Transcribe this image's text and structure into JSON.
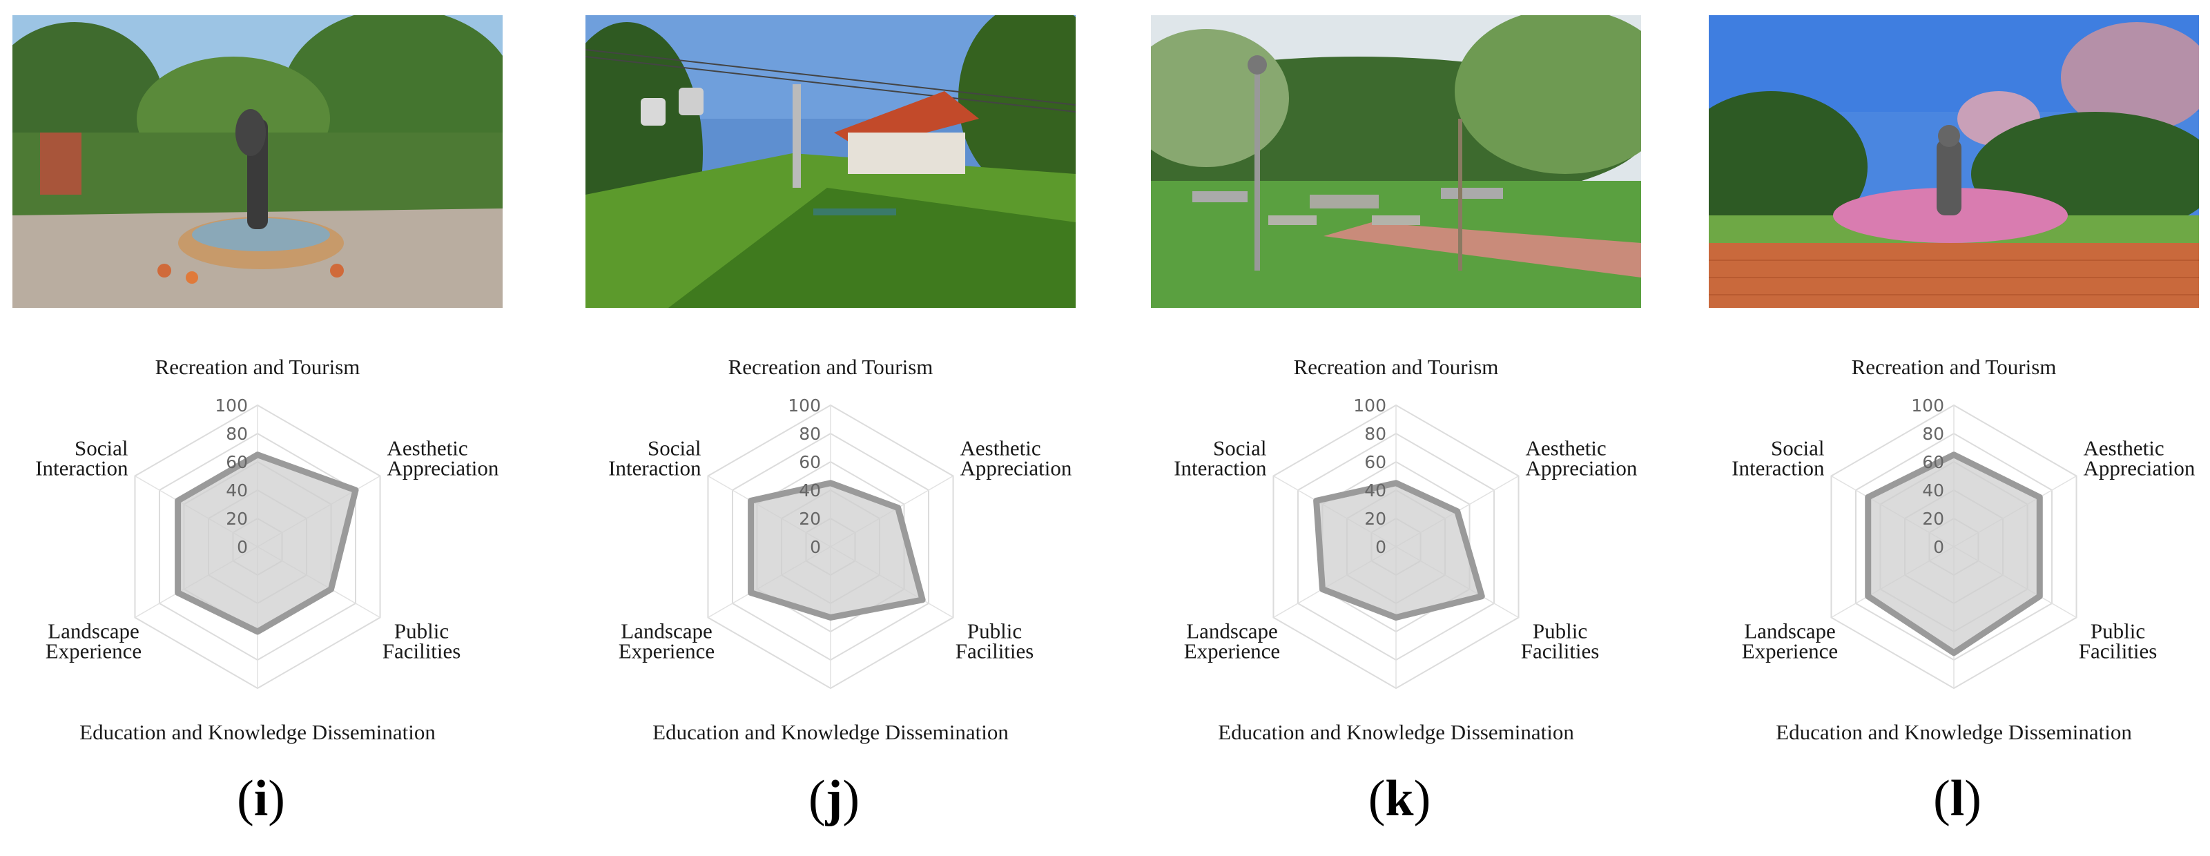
{
  "panels": [
    {
      "label_open": "(",
      "label_letter": "i",
      "label_close": ")",
      "photo_icon": "park-fountain-sculpture-photo",
      "chart_data": {
        "type": "radar",
        "axes": [
          "Recreation and Tourism",
          "Aesthetic Appreciation",
          "Public Facilities",
          "Education and Knowledge Dissemination",
          "Landscape Experience",
          "Social Interaction"
        ],
        "axis_label_lines": [
          [
            "Recreation and Tourism"
          ],
          [
            "Aesthetic",
            "Appreciation"
          ],
          [
            "Public",
            "Facilities"
          ],
          [
            "Education and Knowledge Dissemination"
          ],
          [
            "Landscape",
            "Experience"
          ],
          [
            "Social",
            "Interaction"
          ]
        ],
        "ticks": [
          "0",
          "20",
          "40",
          "60",
          "80",
          "100"
        ],
        "rlim": [
          0,
          100
        ],
        "values": [
          65,
          80,
          60,
          60,
          65,
          65
        ],
        "fill_color": "#cfcfcf",
        "stroke_color": "#9a9a9a"
      }
    },
    {
      "label_open": "(",
      "label_letter": "j",
      "label_close": ")",
      "photo_icon": "cable-car-hillside-photo",
      "chart_data": {
        "type": "radar",
        "axes": [
          "Recreation and Tourism",
          "Aesthetic Appreciation",
          "Public Facilities",
          "Education and Knowledge Dissemination",
          "Landscape Experience",
          "Social Interaction"
        ],
        "axis_label_lines": [
          [
            "Recreation and Tourism"
          ],
          [
            "Aesthetic",
            "Appreciation"
          ],
          [
            "Public",
            "Facilities"
          ],
          [
            "Education and Knowledge Dissemination"
          ],
          [
            "Landscape",
            "Experience"
          ],
          [
            "Social",
            "Interaction"
          ]
        ],
        "ticks": [
          "0",
          "20",
          "40",
          "60",
          "80",
          "100"
        ],
        "rlim": [
          0,
          100
        ],
        "values": [
          45,
          55,
          75,
          50,
          65,
          65
        ],
        "fill_color": "#cfcfcf",
        "stroke_color": "#9a9a9a"
      }
    },
    {
      "label_open": "(",
      "label_letter": "k",
      "label_close": ")",
      "photo_icon": "picnic-tables-park-photo",
      "chart_data": {
        "type": "radar",
        "axes": [
          "Recreation and Tourism",
          "Aesthetic Appreciation",
          "Public Facilities",
          "Education and Knowledge Dissemination",
          "Landscape Experience",
          "Social Interaction"
        ],
        "axis_label_lines": [
          [
            "Recreation and Tourism"
          ],
          [
            "Aesthetic",
            "Appreciation"
          ],
          [
            "Public",
            "Facilities"
          ],
          [
            "Education and Knowledge Dissemination"
          ],
          [
            "Landscape",
            "Experience"
          ],
          [
            "Social",
            "Interaction"
          ]
        ],
        "ticks": [
          "0",
          "20",
          "40",
          "60",
          "80",
          "100"
        ],
        "rlim": [
          0,
          100
        ],
        "values": [
          45,
          50,
          70,
          50,
          60,
          65
        ],
        "fill_color": "#cfcfcf",
        "stroke_color": "#9a9a9a"
      }
    },
    {
      "label_open": "(",
      "label_letter": "l",
      "label_close": ")",
      "photo_icon": "statue-flower-garden-photo",
      "chart_data": {
        "type": "radar",
        "axes": [
          "Recreation and Tourism",
          "Aesthetic Appreciation",
          "Public Facilities",
          "Education and Knowledge Dissemination",
          "Landscape Experience",
          "Social Interaction"
        ],
        "axis_label_lines": [
          [
            "Recreation and Tourism"
          ],
          [
            "Aesthetic",
            "Appreciation"
          ],
          [
            "Public",
            "Facilities"
          ],
          [
            "Education and Knowledge Dissemination"
          ],
          [
            "Landscape",
            "Experience"
          ],
          [
            "Social",
            "Interaction"
          ]
        ],
        "ticks": [
          "0",
          "20",
          "40",
          "60",
          "80",
          "100"
        ],
        "rlim": [
          0,
          100
        ],
        "values": [
          65,
          70,
          70,
          75,
          70,
          70
        ],
        "fill_color": "#cfcfcf",
        "stroke_color": "#9a9a9a"
      }
    }
  ]
}
